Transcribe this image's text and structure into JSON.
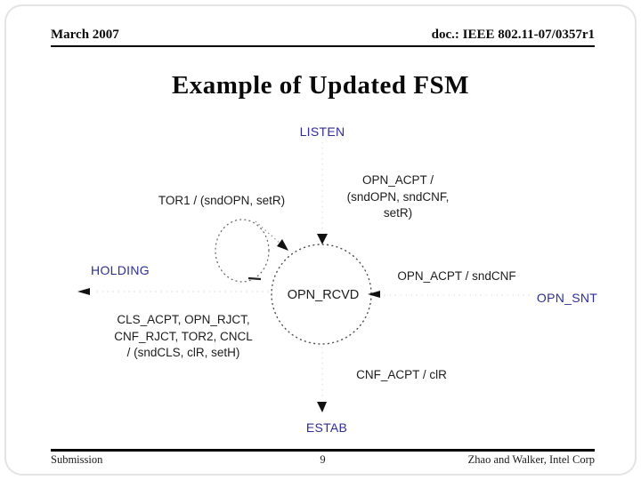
{
  "header": {
    "date": "March 2007",
    "doc": "doc.: IEEE 802.11-07/0357r1"
  },
  "title": "Example of Updated FSM",
  "colors": {
    "state": "#2d2d96",
    "label": "#1c1c1c",
    "arrow": "#111111"
  },
  "diagram": {
    "states": {
      "listen": "LISTEN",
      "holding": "HOLDING",
      "opn_rcvd": "OPN_RCVD",
      "opn_snt": "OPN_SNT",
      "estab": "ESTAB"
    },
    "transitions": {
      "tor1": {
        "label": "TOR1 / (sndOPN, setR)"
      },
      "opn_acpt_listen": {
        "lines": [
          "OPN_ACPT /",
          "(sndOPN, sndCNF,",
          "setR)"
        ]
      },
      "opn_acpt_snt": {
        "label": "OPN_ACPT / sndCNF"
      },
      "close_to_holding": {
        "lines": [
          "CLS_ACPT, OPN_RJCT,",
          "CNF_RJCT, TOR2, CNCL",
          "/ (sndCLS, clR, setH)"
        ]
      },
      "cnf_acpt": {
        "label": "CNF_ACPT / clR"
      }
    }
  },
  "footer": {
    "left": "Submission",
    "page": "9",
    "right": "Zhao and Walker, Intel Corp"
  }
}
